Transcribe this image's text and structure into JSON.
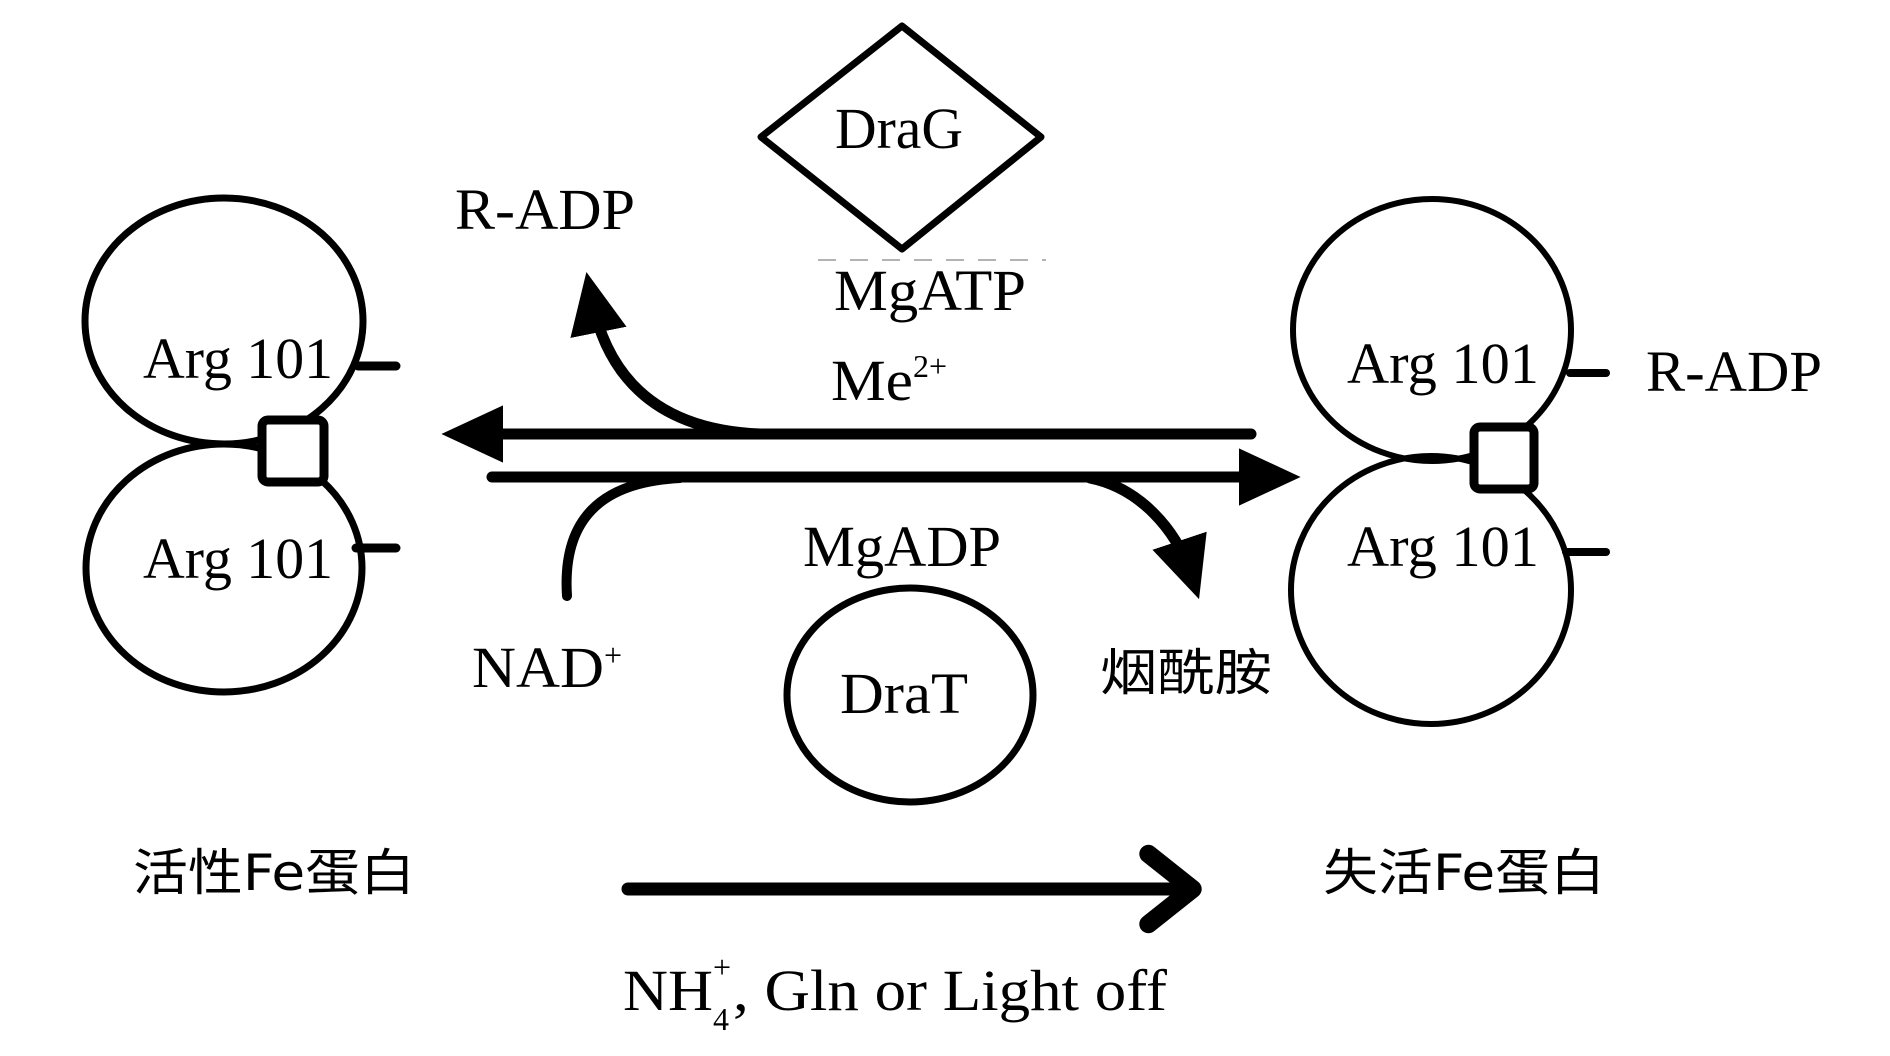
{
  "figure": {
    "enzymes": {
      "drag": "DraG",
      "drat": "DraT"
    },
    "residue_label": "Arg 101",
    "left_protein": {
      "subunits": [
        "Arg 101",
        "Arg 101"
      ],
      "caption": "活性Fe蛋白"
    },
    "right_protein": {
      "subunits": [
        "Arg 101",
        "Arg 101"
      ],
      "modification": "R-ADP",
      "caption": "失活Fe蛋白"
    },
    "upper_reaction": {
      "direction": "right-to-left",
      "enzyme": "DraG",
      "cofactors": [
        "MgATP",
        "Me"
      ],
      "me_charge": "2+",
      "released_product": "R-ADP"
    },
    "lower_reaction": {
      "direction": "left-to-right",
      "enzyme": "DraT",
      "cofactor": "MgADP",
      "substrate": "NAD",
      "substrate_charge": "+",
      "released_product": "烟酰胺"
    },
    "condition": {
      "species": "NH",
      "subscript": "4",
      "charge": "+",
      "rest": ", Gln or Light off"
    },
    "colors": {
      "ink": "#000000",
      "background": "#ffffff"
    }
  }
}
